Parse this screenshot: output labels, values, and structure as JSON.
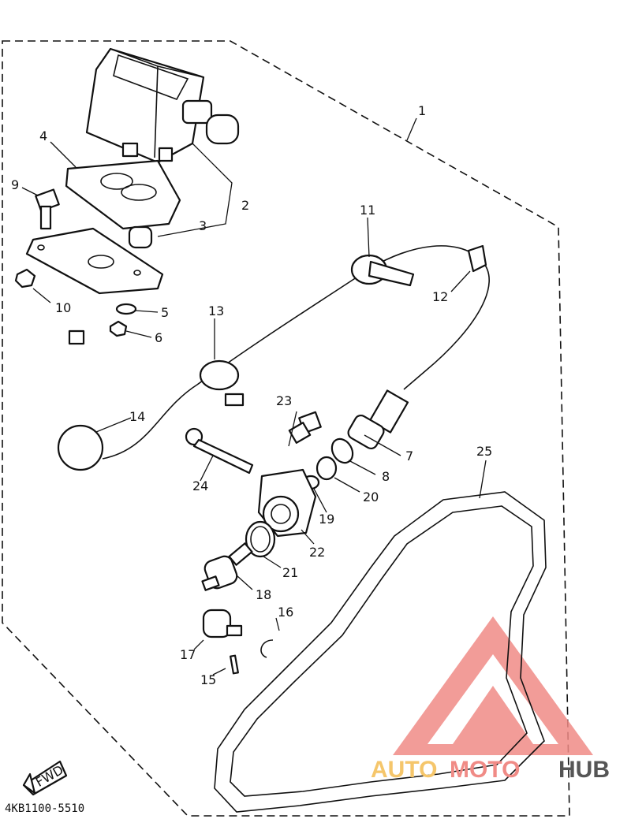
{
  "diagram": {
    "code": "4KB1100-5510",
    "fwd_label": "FWD",
    "callouts": [
      "1",
      "2",
      "3",
      "4",
      "5",
      "6",
      "7",
      "8",
      "9",
      "10",
      "11",
      "12",
      "13",
      "14",
      "15",
      "16",
      "17",
      "18",
      "19",
      "20",
      "21",
      "22",
      "23",
      "24",
      "25"
    ]
  },
  "watermark": {
    "part1": "AUTO",
    "part2": "MOTO",
    "part3": "HUB",
    "color_auto": "#f5c66b",
    "color_moto": "#f08b86",
    "color_hub": "#555555"
  }
}
